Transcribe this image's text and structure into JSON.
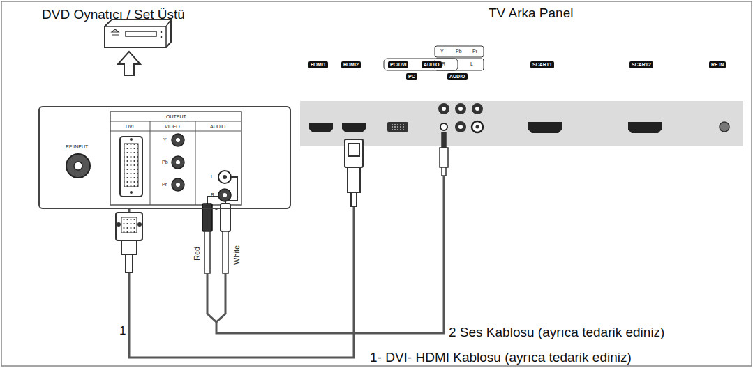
{
  "diagram": {
    "nodes": [
      {
        "text": [
          "DVD Oynatıcı / Set Üstü"
        ]
      },
      {
        "text": [
          "TV Arka Panel"
        ]
      }
    ],
    "edges": [
      {
        "from": 0,
        "to": 1,
        "arrow": "none",
        "label": "1- DVI- HDMI Kablosu (ayrıca tedarik ediniz)"
      },
      {
        "from": 0,
        "to": 1,
        "arrow": "none",
        "label": "2 Ses Kablosu (ayrıca tedarik ediniz)"
      }
    ],
    "labels": [
      "HDMI1",
      "HDMI2",
      "PC/DVI",
      "AUDIO",
      "PC",
      "Y",
      "Pb",
      "Pr",
      "R",
      "L",
      "AUDIO",
      "SCART1",
      "SCART2",
      "RF IN",
      "RF INPUT",
      "OUTPUT",
      "DVI",
      "VIDEO",
      "AUDIO",
      "Y",
      "Pb",
      "Pr",
      "L",
      "R",
      "Red",
      "White",
      "1"
    ]
  }
}
